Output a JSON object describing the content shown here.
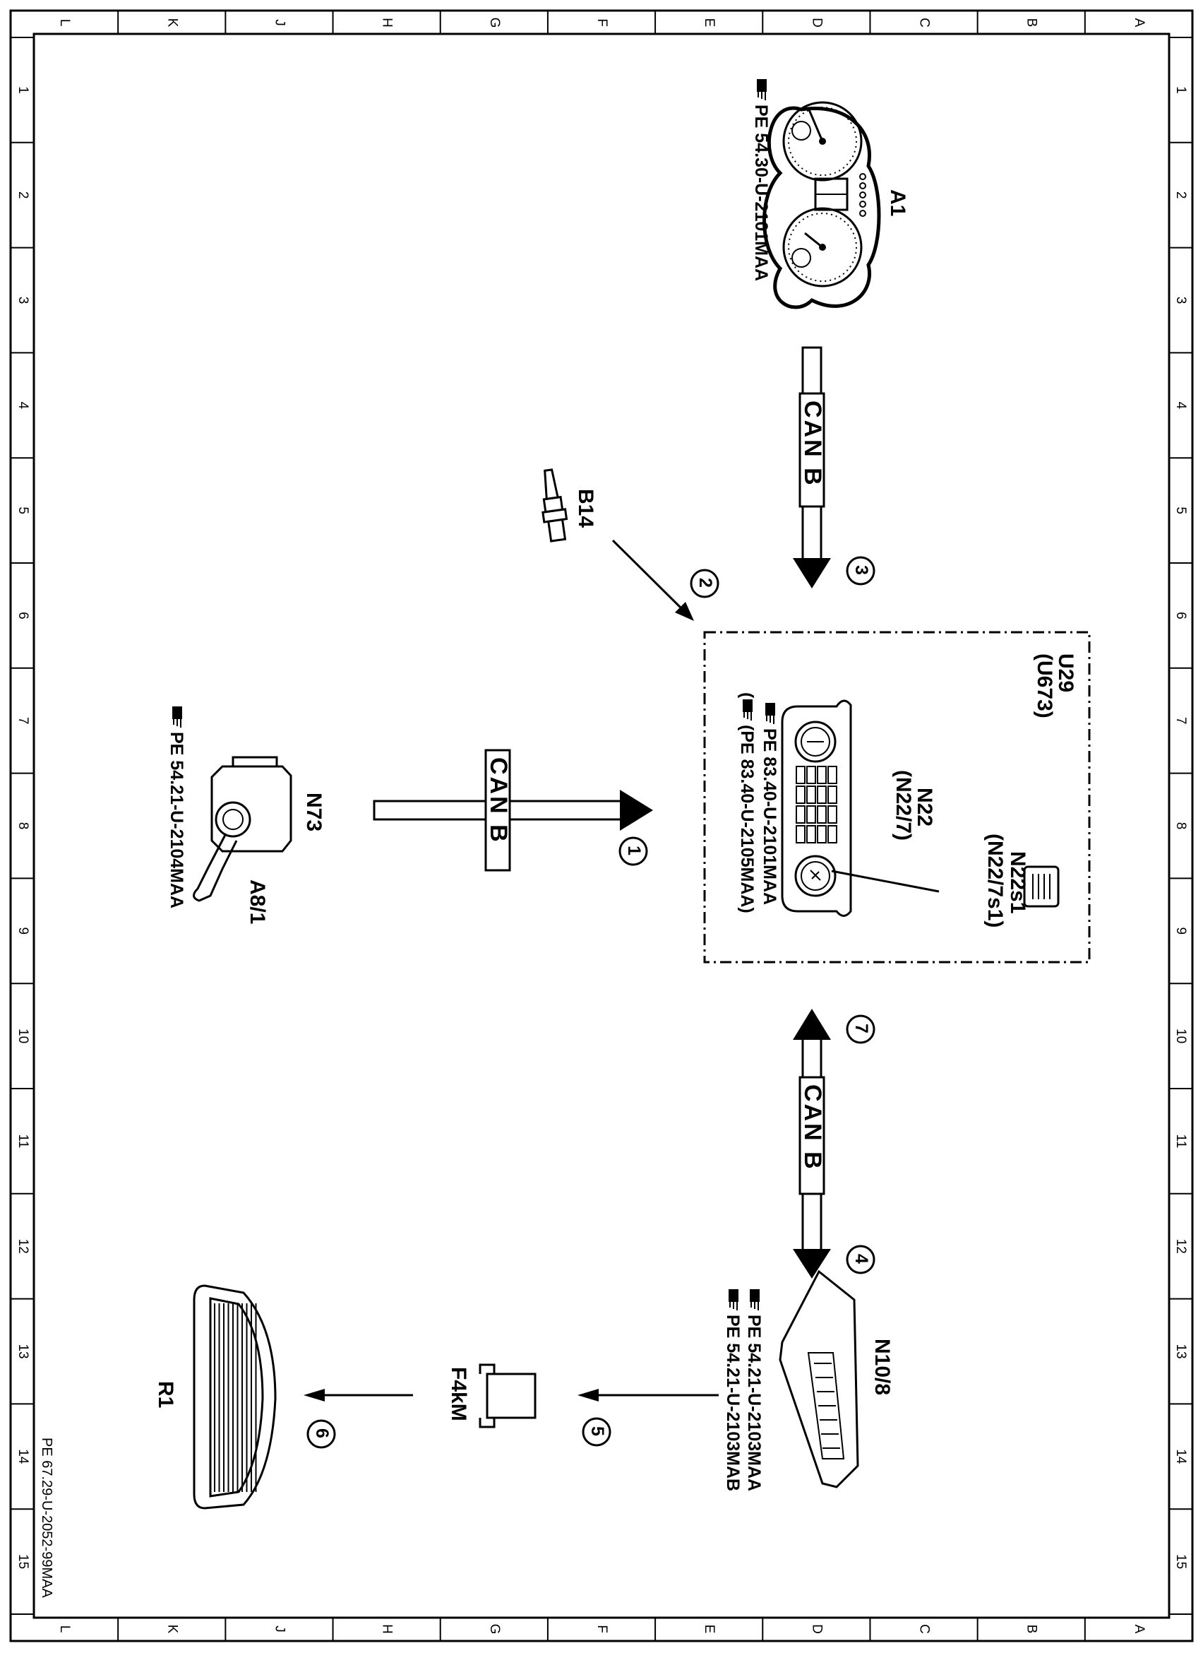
{
  "frame": {
    "letters": [
      "L",
      "K",
      "J",
      "H",
      "G",
      "F",
      "E",
      "D",
      "C",
      "B",
      "A"
    ],
    "numbers": [
      "1",
      "2",
      "3",
      "4",
      "5",
      "6",
      "7",
      "8",
      "9",
      "10",
      "11",
      "12",
      "13",
      "14",
      "15"
    ]
  },
  "components": {
    "a1": {
      "label": "A1",
      "refs": [
        "PE 54.30-U-2101MAA"
      ]
    },
    "b14": {
      "label": "B14"
    },
    "u29": {
      "label": "U29",
      "sub": "(U673)"
    },
    "n22": {
      "label": "N22",
      "sub": "(N22/7)",
      "refs": [
        "PE 83.40-U-2101MAA",
        "(PE 83.40-U-2105MAA)"
      ]
    },
    "n22s1": {
      "label": "N22s1",
      "sub": "(N22/7s1)"
    },
    "n73": {
      "label": "N73",
      "refs": [
        "PE 54.21-U-2104MAA"
      ]
    },
    "a8_1": {
      "label": "A8/1"
    },
    "n10_8": {
      "label": "N10/8",
      "refs": [
        "PE 54.21-U-2103MAA",
        "PE 54.21-U-2103MAB"
      ]
    },
    "f4km": {
      "label": "F4kM"
    },
    "r1": {
      "label": "R1"
    }
  },
  "connections": {
    "can_label": "CAN B",
    "steps": [
      "1",
      "2",
      "3",
      "4",
      "5",
      "6",
      "7"
    ]
  },
  "drawing_id": "PE 67.29-U-2052-99MAA"
}
